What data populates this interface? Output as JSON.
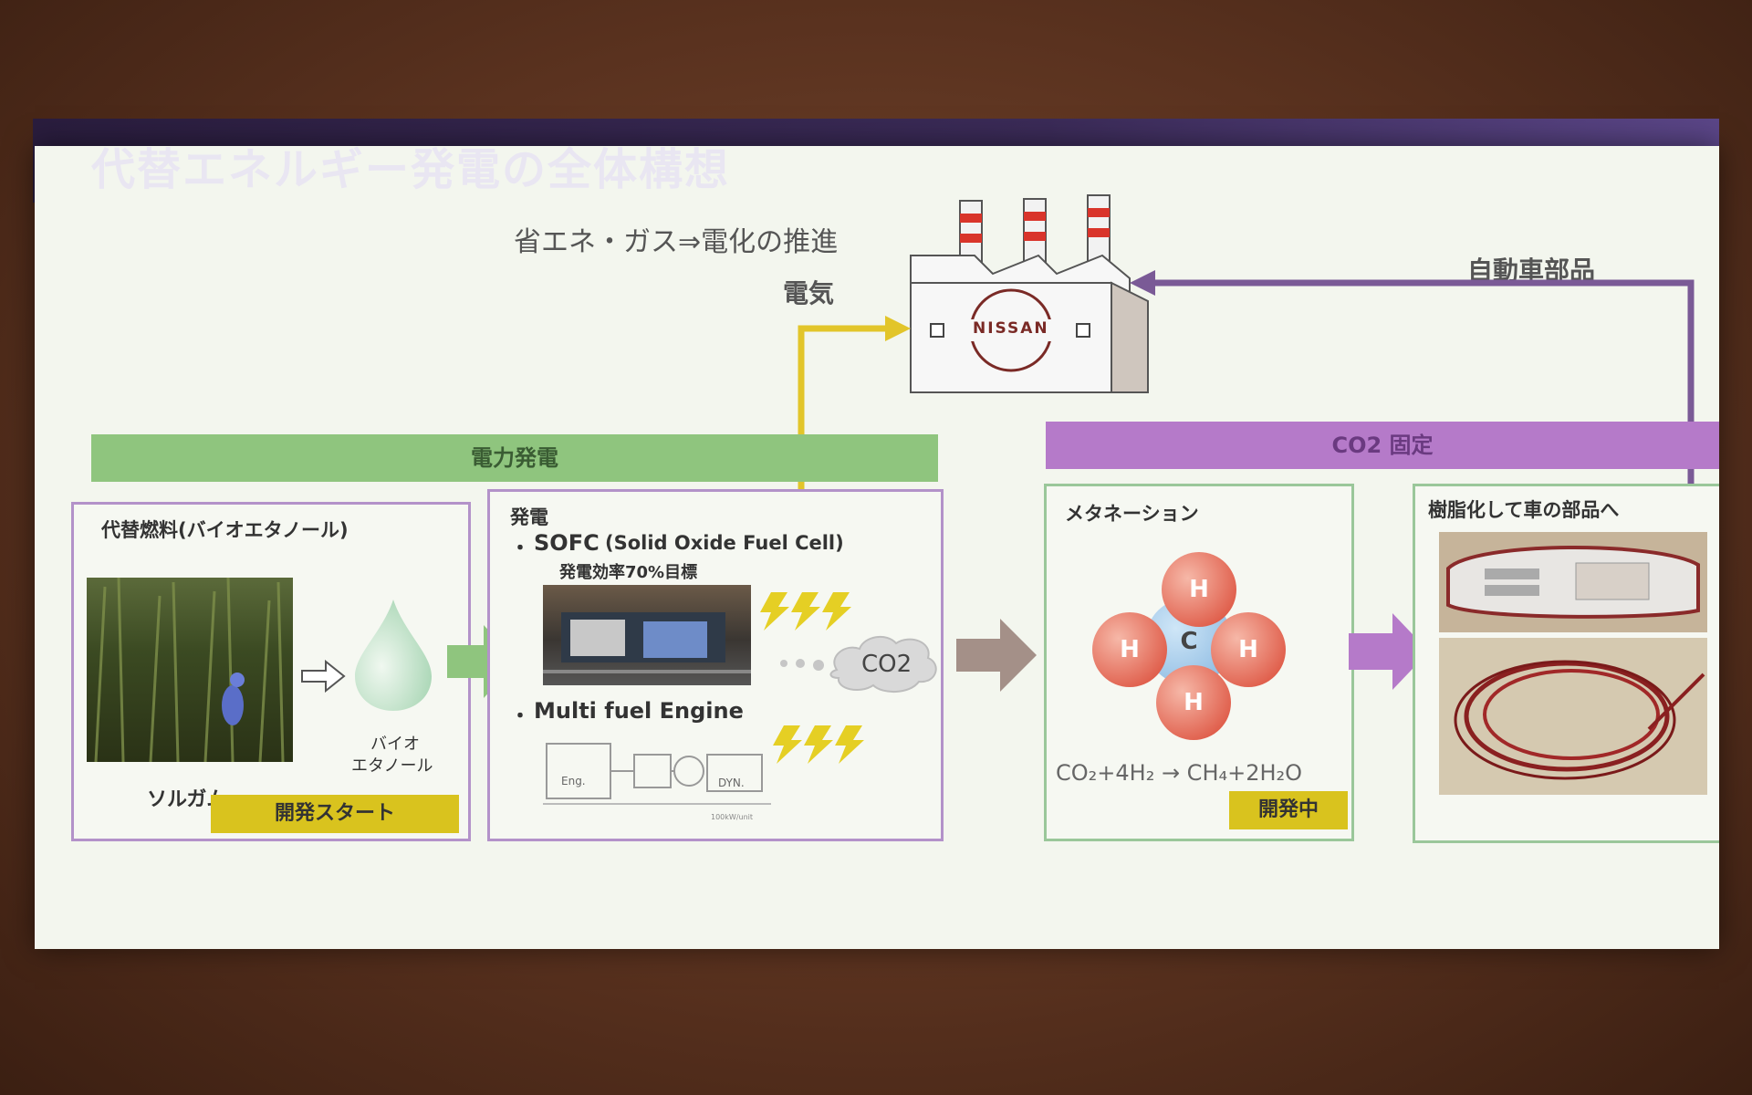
{
  "title": "代替エネルギー発電の全体構想",
  "top": {
    "electrification": "省エネ・ガス⇒電化の推進",
    "electricity": "電気",
    "auto_parts": "自動車部品",
    "factory_logo": "NISSAN"
  },
  "bands": {
    "power": "電力発電",
    "co2": "CO2 固定"
  },
  "panel_fuel": {
    "title": "代替燃料(バイオエタノール)",
    "crop_label": "ソルガム",
    "drop_label_line1": "バイオ",
    "drop_label_line2": "エタノール",
    "badge": "開発スタート"
  },
  "panel_power": {
    "title": "発電",
    "sofc_bullet": "・",
    "sofc_title": "SOFC",
    "sofc_paren": "(Solid Oxide Fuel Cell)",
    "sofc_eff": "発電効率70%目標",
    "engine_bullet": "・",
    "engine_title": "Multi fuel Engine",
    "engine_eng": "Eng.",
    "engine_dyn": "DYN.",
    "engine_small": "100kW/unit",
    "co2_cloud": "CO2"
  },
  "panel_methanation": {
    "title": "メタネーション",
    "atom_center": "C",
    "atom_h": "H",
    "equation": "CO₂+4H₂ → CH₄+2H₂O",
    "badge": "開発中"
  },
  "panel_resin": {
    "title": "樹脂化して車の部品へ"
  },
  "colors": {
    "green_band": "#8fc57e",
    "purple_band": "#b57ac9",
    "yellow_badge": "#d9c31e",
    "electric_line": "#e2c52a",
    "parts_line": "#7a5a96"
  }
}
